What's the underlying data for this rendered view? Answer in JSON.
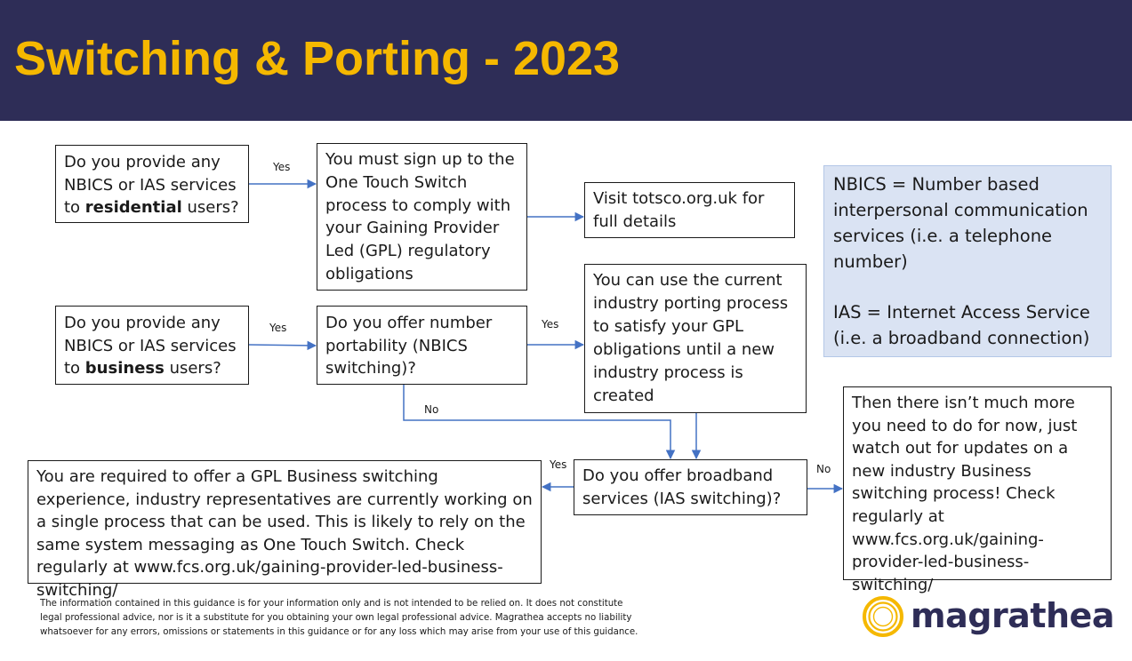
{
  "title": "Switching & Porting - 2023",
  "boxes": {
    "q_residential": {
      "prefix": "Do you provide any NBICS or IAS services to ",
      "bold": "residential",
      "suffix": " users?"
    },
    "q_business": {
      "prefix": "Do you provide any NBICS or IAS services to ",
      "bold": "business",
      "suffix": " users?"
    },
    "ots_signup": "You must sign up to the One Touch Switch process to comply with your Gaining Provider Led (GPL) regulatory obligations",
    "totsco": "Visit totsco.org.uk for full details",
    "number_portability": "Do you offer number portability (NBICS switching)?",
    "current_porting": "You can use the current industry porting process to satisfy your GPL obligations until a new industry process is created",
    "broadband": "Do you offer broadband services (IAS switching)?",
    "gpl_business": "You are required to offer a GPL Business switching experience, industry representatives are currently working on a single process that can be used.  This is likely to rely on the same system messaging as One Touch Switch.  Check regularly at www.fcs.org.uk/gaining-provider-led-business-switching/",
    "no_more": "Then there isn’t much more you need to do for now, just watch out for updates on a new industry Business switching process!    Check regularly at www.fcs.org.uk/gaining-provider-led-business-switching/"
  },
  "definitions": {
    "nbics": "NBICS = Number based interpersonal communication services (i.e. a telephone number)",
    "ias": "IAS = Internet Access Service (i.e. a broadband connection)"
  },
  "labels": {
    "yes_residential": "Yes",
    "yes_business": "Yes",
    "yes_portability": "Yes",
    "no_portability": "No",
    "yes_broadband": "Yes",
    "no_broadband": "No"
  },
  "disclaimer": {
    "line1": "The information contained in this guidance is for your information only and is not intended to be relied on. It does  not constitute",
    "line2": "legal professional advice, nor is it a substitute for you obtaining your own legal professional advice.  Magrathea accepts no liability",
    "line3": "whatsoever for any errors, omissions or statements in this guidance or for any loss which may arise from your use of this guidance."
  },
  "logo": {
    "text": "magrathea"
  },
  "colors": {
    "header_bg": "#2e2d57",
    "title": "#f5b800",
    "arrow": "#4472c4",
    "definitions_bg": "#dae3f3",
    "logo_ring": "#f5b800",
    "logo_text": "#2e2d57"
  }
}
